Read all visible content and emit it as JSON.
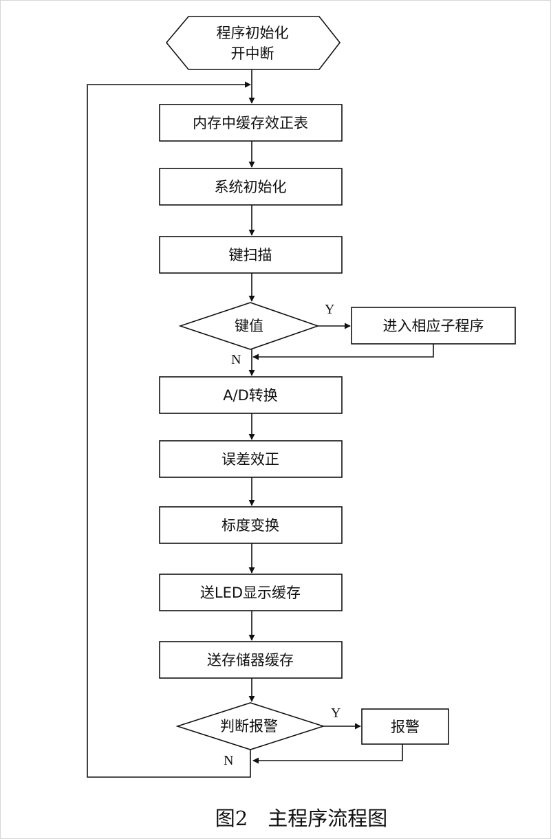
{
  "flowchart": {
    "start": {
      "line1": "程序初始化",
      "line2": "开中断"
    },
    "steps": {
      "cache_table": "内存中缓存效正表",
      "system_init": "系统初始化",
      "key_scan": "键扫描",
      "key_value": "键值",
      "enter_subprogram": "进入相应子程序",
      "ad_convert": "A/D转换",
      "error_correct": "误差效正",
      "scale_convert": "标度变换",
      "send_led": "送LED显示缓存",
      "send_storage": "送存储器缓存",
      "judge_alarm": "判断报警",
      "alarm": "报警"
    },
    "branch_labels": {
      "key_yes": "Y",
      "key_no": "N",
      "alarm_yes": "Y",
      "alarm_no": "N"
    }
  },
  "caption": "图2　主程序流程图",
  "colors": {
    "line": "#111111",
    "background": "#ffffff"
  }
}
